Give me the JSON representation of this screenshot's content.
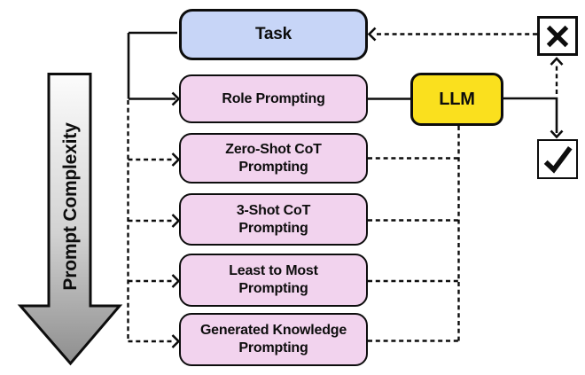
{
  "figure": {
    "axis": {
      "label": "Prompt Complexity"
    },
    "task": {
      "label": "Task",
      "fill": "#C7D5F7"
    },
    "llm": {
      "label": "LLM",
      "fill": "#FAE01E"
    },
    "prompts": [
      {
        "lines": [
          "Role Prompting"
        ]
      },
      {
        "lines": [
          "Zero-Shot CoT",
          "Prompting"
        ]
      },
      {
        "lines": [
          "3-Shot CoT",
          "Prompting"
        ]
      },
      {
        "lines": [
          "Least to Most",
          "Prompting"
        ]
      },
      {
        "lines": [
          "Generated Knowledge",
          "Prompting"
        ]
      }
    ],
    "prompt_fill": "#F2D3EE",
    "outcomes": {
      "reject_icon": "✕",
      "accept_icon": "✓"
    },
    "colors": {
      "line": "#0d0d0d",
      "arrow_gradient_top": "#FCFCFC",
      "arrow_gradient_bottom": "#8E8E8E",
      "background": "#ffffff"
    }
  }
}
